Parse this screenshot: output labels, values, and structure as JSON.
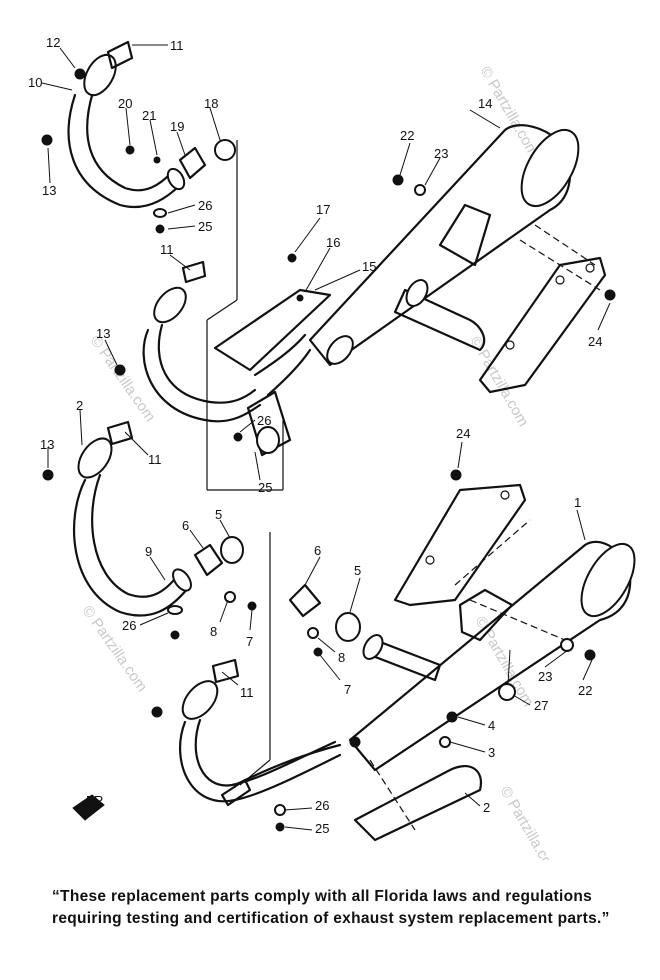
{
  "callouts": [
    "12",
    "11",
    "10",
    "20",
    "21",
    "18",
    "19",
    "13",
    "26",
    "25",
    "14",
    "22",
    "23",
    "17",
    "16",
    "15",
    "11",
    "13",
    "24",
    "2",
    "26",
    "13",
    "11",
    "25",
    "24",
    "1",
    "6",
    "5",
    "9",
    "6",
    "5",
    "26",
    "8",
    "7",
    "8",
    "7",
    "11",
    "23",
    "22",
    "27",
    "4",
    "3",
    "25",
    "26",
    "2"
  ],
  "watermarks": [
    "© Partzilla.com",
    "© Partzilla.com",
    "© Partzilla.com",
    "© Partzilla.com",
    "© Partzilla.com",
    "© Partzilla.com"
  ],
  "front_marker": "FR",
  "notice_text": "“These replacement parts comply with all Florida laws and regulations requiring testing and certification of exhaust system replacement parts.”"
}
